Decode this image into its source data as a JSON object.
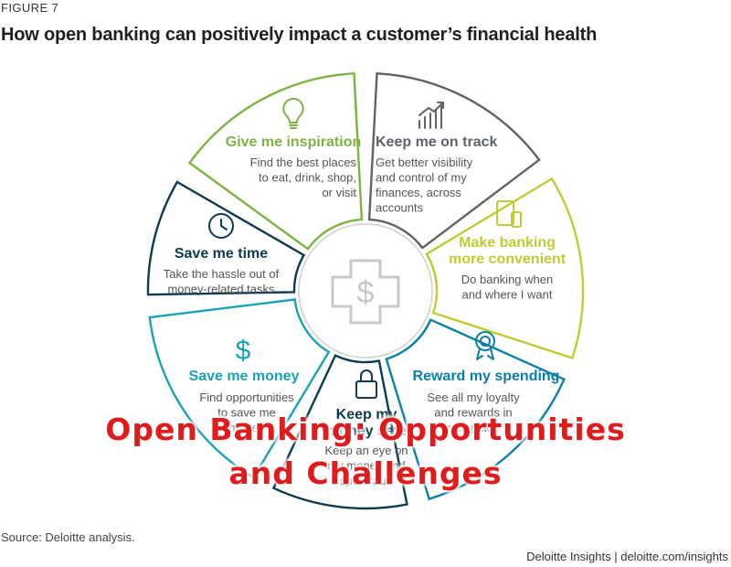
{
  "figure_label": "FIGURE 7",
  "title": "How open banking can positively impact a customer’s financial health",
  "segments": [
    {
      "id": "inspiration",
      "title": [
        "Give me inspiration"
      ],
      "body": [
        "Find the best places",
        "to eat, drink, shop,",
        "or visit"
      ],
      "color": "#7cb342",
      "icon": "lightbulb-icon"
    },
    {
      "id": "track",
      "title": [
        "Keep me on track"
      ],
      "body": [
        "Get better visibility",
        "and control of my",
        "finances, across",
        "accounts"
      ],
      "color": "#5f6368",
      "icon": "growth-chart-icon"
    },
    {
      "id": "convenient",
      "title": [
        "Make banking",
        "more convenient"
      ],
      "body": [
        "Do banking when",
        "and where I want"
      ],
      "color": "#c0ca33",
      "icon": "devices-icon"
    },
    {
      "id": "reward",
      "title": [
        "Reward my spending"
      ],
      "body": [
        "See all my loyalty",
        "and rewards in",
        "one place"
      ],
      "color": "#0a7fa8",
      "icon": "award-ribbon-icon"
    },
    {
      "id": "secure",
      "title": [
        "Keep my",
        "money safe"
      ],
      "body": [
        "Keep an eye on",
        "my money and",
        "spot fraud"
      ],
      "color": "#0d3b4f",
      "icon": "padlock-icon"
    },
    {
      "id": "money",
      "title": [
        "Save me money"
      ],
      "body": [
        "Find opportunities",
        "to save me",
        "money"
      ],
      "color": "#1aa1b8",
      "icon": "dollar-icon"
    },
    {
      "id": "time",
      "title": [
        "Save me time"
      ],
      "body": [
        "Take the hassle out of",
        "money-related tasks"
      ],
      "color": "#0d3b4f",
      "icon": "clock-icon"
    }
  ],
  "center_icon": "dollar-cross-icon",
  "overlay": {
    "line1": "Open Banking: Opportunities",
    "line2": "and Challenges"
  },
  "source": "Source: Deloitte analysis.",
  "credit": "Deloitte Insights | deloitte.com/insights"
}
